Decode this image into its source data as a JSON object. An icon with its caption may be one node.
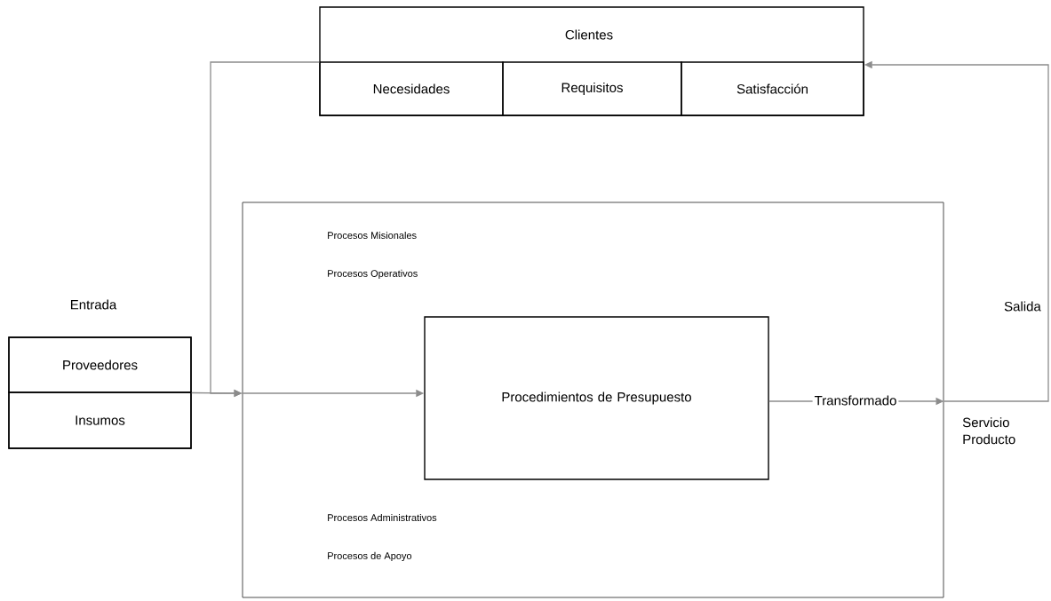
{
  "diagram": {
    "nodes": [
      {
        "text": [
          "Clientes"
        ]
      },
      {
        "text": [
          "Necesidades"
        ],
        "in": 0
      },
      {
        "text": [
          "Requisitos"
        ],
        "in": 0
      },
      {
        "text": [
          "Satisfacción"
        ],
        "in": 0
      },
      {
        "text": [
          "Entrada"
        ]
      },
      {
        "text": [
          "Proveedores"
        ],
        "in": 4
      },
      {
        "text": [
          "Insumos"
        ],
        "in": 4
      },
      {
        "text": [
          "Procesos Misionales",
          "Procesos Operativos",
          "Procesos Administrativos",
          "Procesos de Apoyo"
        ]
      },
      {
        "text": [
          "Procedimientos de Presupuesto"
        ],
        "in": 7
      }
    ],
    "edges": [
      {
        "from": 4,
        "to": 7,
        "arrow": "to"
      },
      {
        "from": 7,
        "to": 8,
        "arrow": "to"
      },
      {
        "from": 0,
        "to": 7,
        "arrow": "to"
      },
      {
        "from": 8,
        "to": 7,
        "arrow": "to",
        "label": "Transformado"
      },
      {
        "from": 7,
        "to": 0,
        "arrow": "to",
        "label": "Salida"
      }
    ],
    "labels": [
      "Servicio Producto"
    ]
  }
}
